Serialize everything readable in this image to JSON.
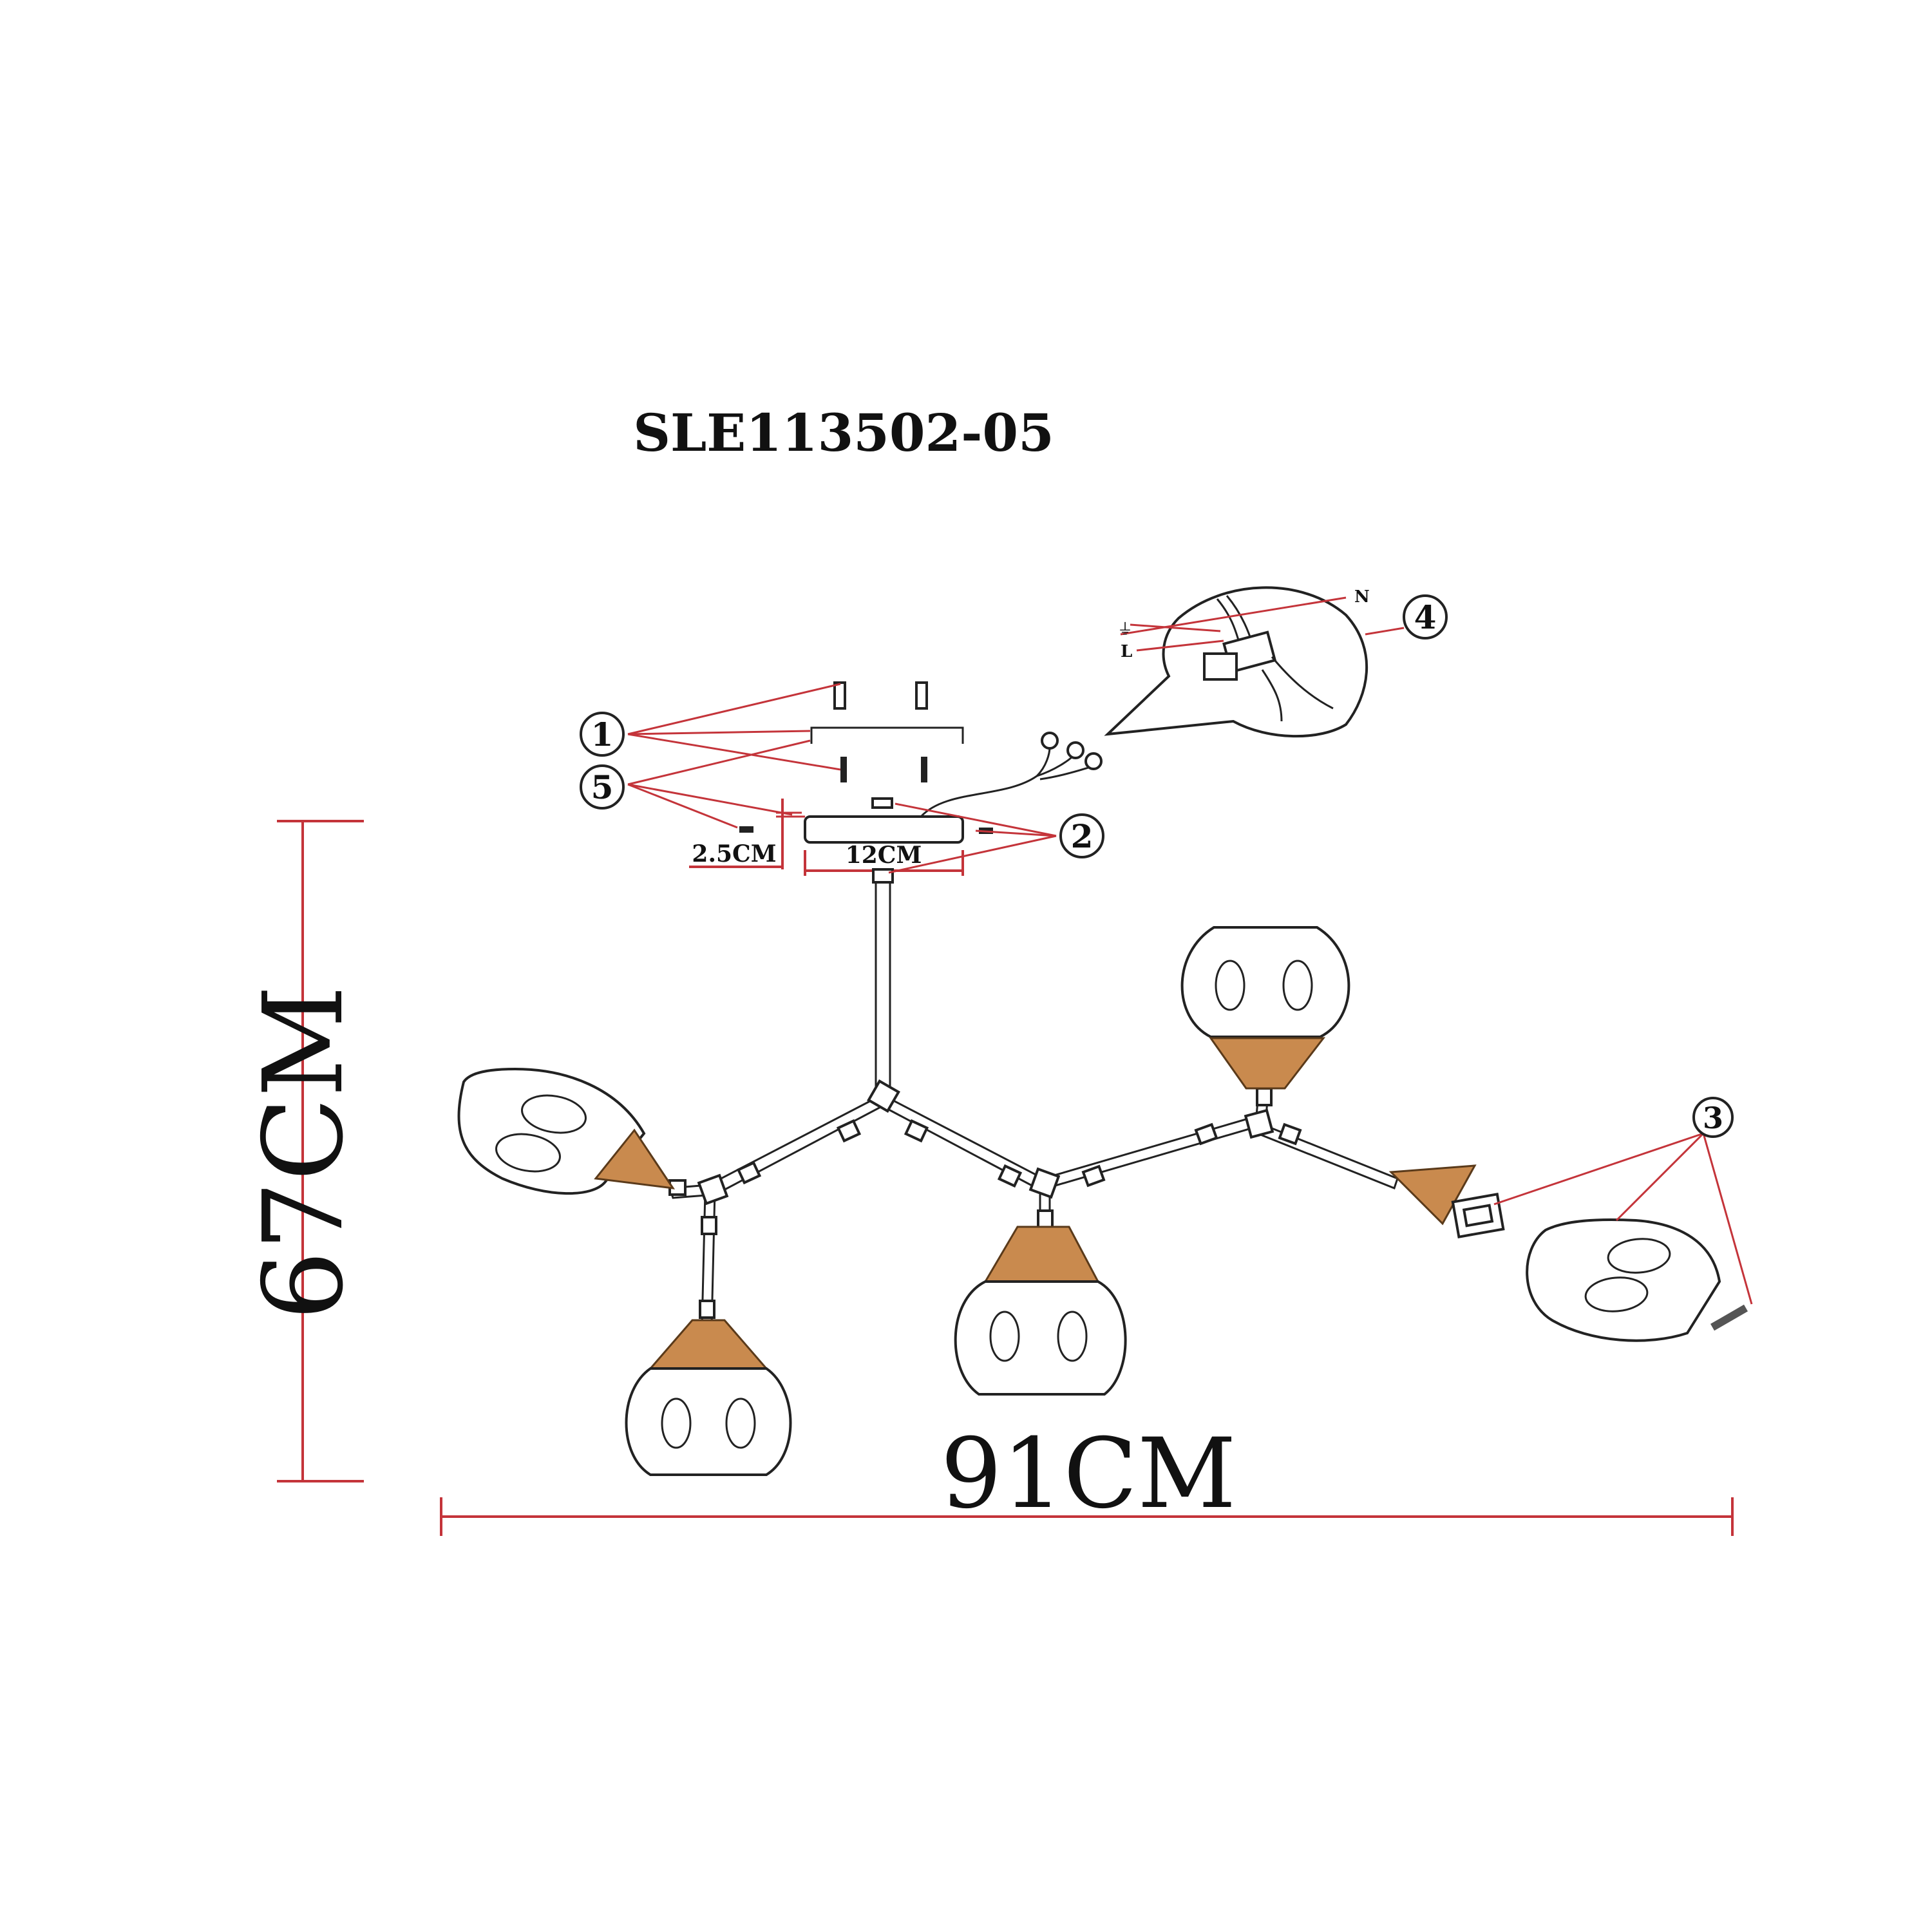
{
  "title": "SLE113502-05",
  "dimensions": {
    "height": "67CM",
    "width": "91CM",
    "canopy_width": "12CM",
    "canopy_height": "2.5CM"
  },
  "callouts": [
    "1",
    "2",
    "3",
    "4",
    "5"
  ],
  "wiring_labels": {
    "neutral": "N",
    "live": "L"
  },
  "colors": {
    "dimension_line": "#c4343a",
    "lamp_holder": "#c98a4e",
    "outline": "#222222"
  }
}
